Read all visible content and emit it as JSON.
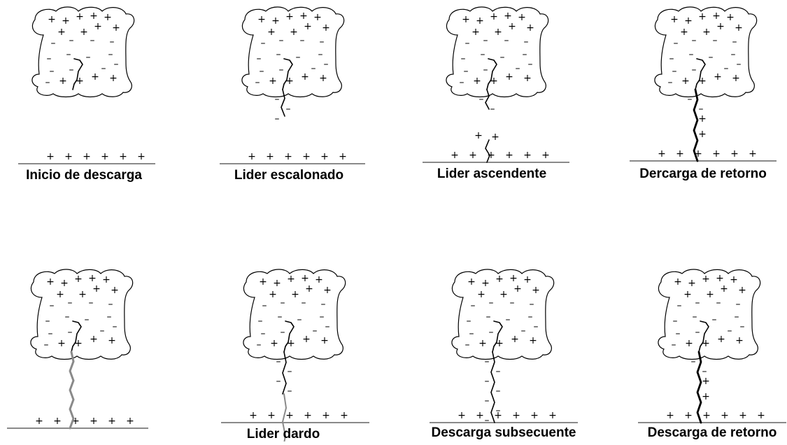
{
  "panels": [
    {
      "caption": "Inicio de descarga",
      "stage": "inicio"
    },
    {
      "caption": "Lider escalonado",
      "stage": "escalonado"
    },
    {
      "caption": "Lider ascendente",
      "stage": "ascendente"
    },
    {
      "caption": "Dercarga de retorno",
      "stage": "retorno"
    },
    {
      "caption": "",
      "stage": "retorno-gris"
    },
    {
      "caption": "Lider dardo",
      "stage": "dardo"
    },
    {
      "caption": "Descarga subsecuente",
      "stage": "subsecuente"
    },
    {
      "caption": "Descarga de retorno",
      "stage": "retorno-final"
    }
  ],
  "symbols": {
    "positive": "+",
    "negative": "–"
  },
  "colors": {
    "stroke": "#000000",
    "faded": "#8a8a8a",
    "ground": "#444444"
  }
}
